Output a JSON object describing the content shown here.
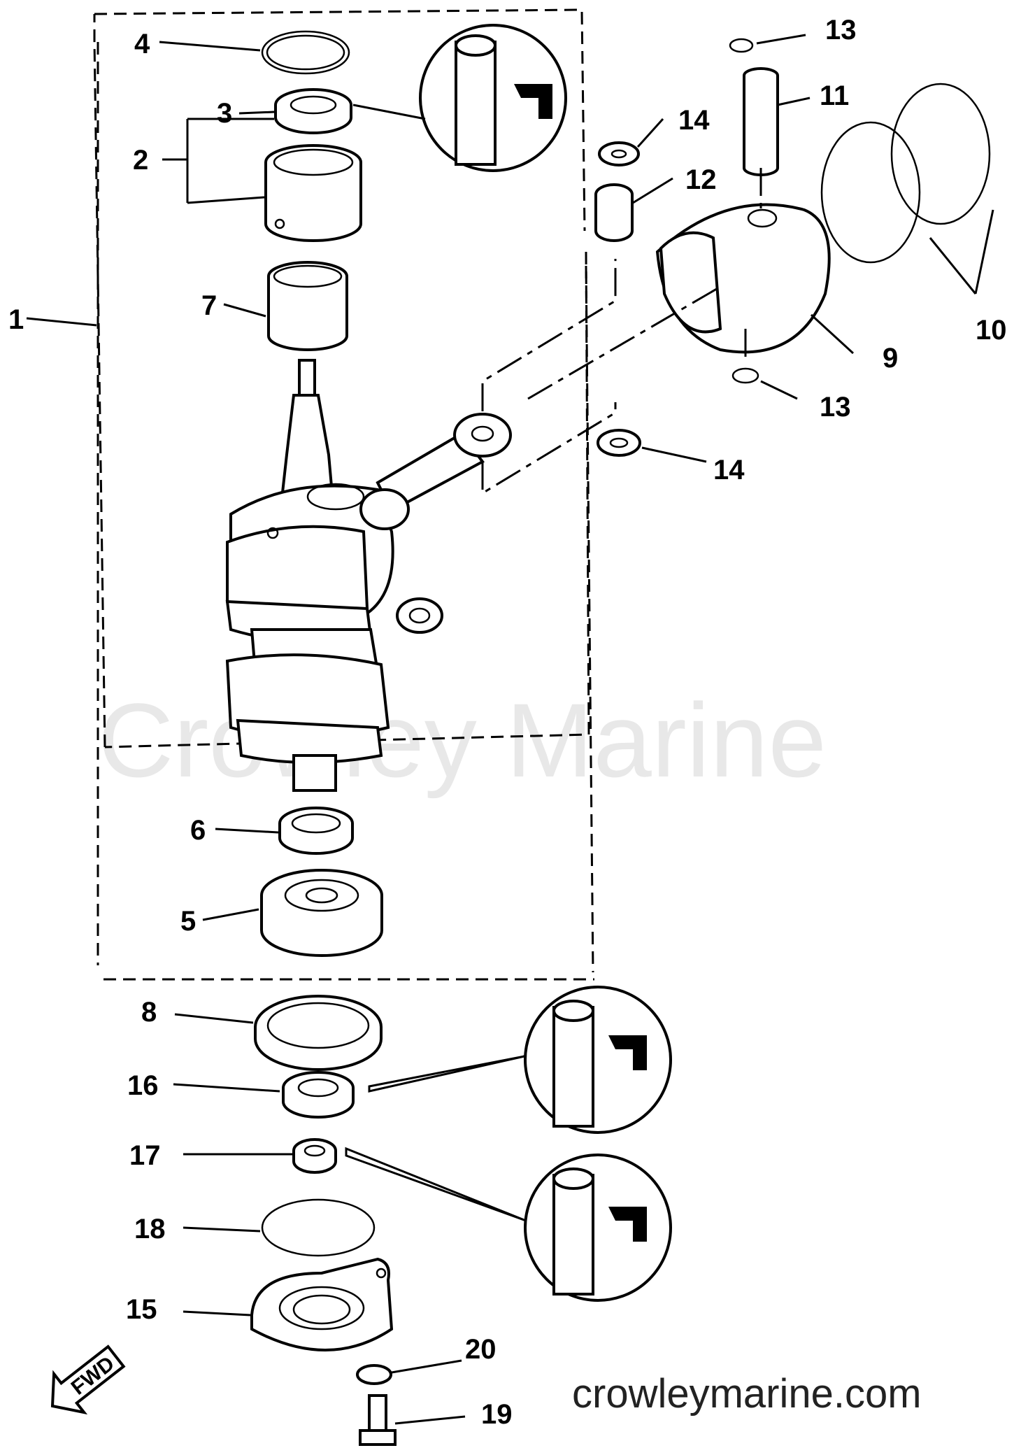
{
  "watermark": "Crowley Marine",
  "site": "crowleymarine.com",
  "fwd": "FWD",
  "labels": {
    "l1": "1",
    "l2": "2",
    "l3": "3",
    "l4": "4",
    "l5": "5",
    "l6": "6",
    "l7": "7",
    "l8": "8",
    "l9": "9",
    "l10": "10",
    "l11": "11",
    "l12": "12",
    "l13a": "13",
    "l13b": "13",
    "l14a": "14",
    "l14b": "14",
    "l15": "15",
    "l16": "16",
    "l17": "17",
    "l18": "18",
    "l19": "19",
    "l20": "20"
  },
  "icons": [
    "grease-detail-icon",
    "fwd-arrow-icon"
  ]
}
